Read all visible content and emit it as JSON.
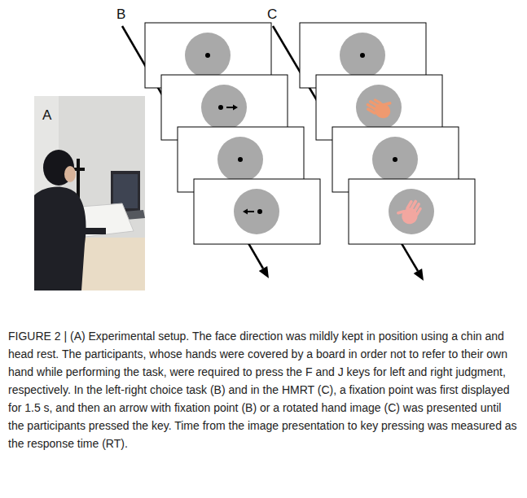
{
  "diagram": {
    "caption": "FIGURE 2 | (A) Experimental setup. The face direction was mildly kept in position using a chin and head rest. The participants, whose hands were covered by a board in order not to refer to their own hand while performing the task, were required to press the F and J keys for left and right judgment, respectively. In the left-right choice task (B) and in the HMRT (C), a fixation point was first displayed for 1.5 s, and then an arrow with fixation point (B) or a rotated hand image (C) was presented until the participants pressed the key. Time from the image presentation to key pressing was measured as the response time (RT).",
    "labels": [
      "A",
      "B",
      "C"
    ]
  }
}
